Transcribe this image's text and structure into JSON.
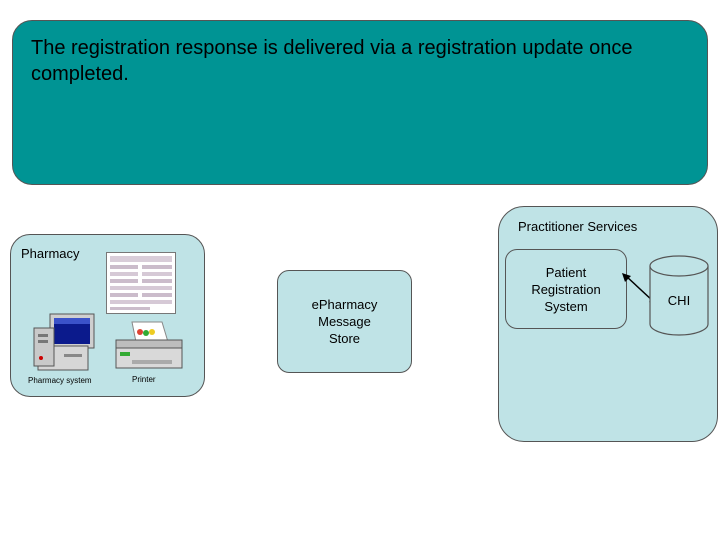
{
  "banner": {
    "text": "The registration response is delivered via a registration update once completed."
  },
  "practitioner_services": {
    "label": "Practitioner Services"
  },
  "patient_registration": {
    "label": "Patient Registration System"
  },
  "pharmacy": {
    "label": "Pharmacy",
    "system_caption": "Pharmacy system",
    "printer_caption": "Printer"
  },
  "message_store": {
    "label": "ePharmacy Message Store"
  },
  "chi": {
    "label": "CHI"
  },
  "colors": {
    "banner": "#009494",
    "box_fill": "#bfe3e6",
    "database_fill": "#bfe3e6"
  }
}
